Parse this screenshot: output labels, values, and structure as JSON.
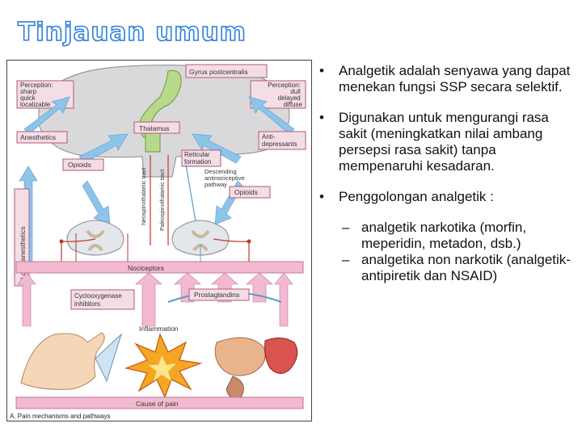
{
  "slide": {
    "title": "Tinjauan umum",
    "bullets": [
      {
        "text": "Analgetik adalah senyawa yang dapat menekan fungsi SSP secara selektif."
      },
      {
        "text": "Digunakan untuk mengurangi rasa sakit (meningkatkan nilai ambang persepsi rasa sakit) tanpa mempenaruhi kesadaran."
      },
      {
        "text": "Penggolongan analgetik :",
        "subitems": [
          "analgetik narkotika (morfin, meperidin, metadon, dsb.)",
          "analgetika non narkotik (analgetik-antipiretik dan NSAID)"
        ]
      }
    ],
    "bullet_symbol": "•",
    "sub_symbol": "–"
  },
  "figure": {
    "gyrus": "Gyrus postcentralis",
    "perception_left": [
      "Perception:",
      "sharp",
      "quick",
      "localizable"
    ],
    "perception_right": [
      "Perception:",
      "dull",
      "delayed",
      "diffuse"
    ],
    "thalamus": "Thalamus",
    "anesthetics": "Anesthetics",
    "antidepressants": [
      "Anti-",
      "depressants"
    ],
    "opioids_left": "Opioids",
    "opioids_right": "Opioids",
    "reticular": [
      "Reticular",
      "formation"
    ],
    "descending": [
      "Descending",
      "antinociceptive",
      "pathway"
    ],
    "local_anesthetics": "Local anesthetics",
    "neospinothalamic": "Neospinothalamic tract",
    "paleospinothalamic": "Paleospinothalamic tract",
    "nociceptors": "Nociceptors",
    "cox_inhibitors": [
      "Cyclooxygenase",
      "inhibitors"
    ],
    "prostaglandins": "Prostaglandins",
    "inflammation": "Inflammation",
    "cause_of_pain": "Cause of pain",
    "caption": "A. Pain mechanisms and pathways",
    "colors": {
      "brain": "#d9d9dc",
      "tract": "#b8d98c",
      "label_box": "#f4dde6",
      "label_border": "#b05a7a",
      "blue_arrow": "#8dc4ea",
      "pink_band": "#f2b9d0",
      "nerve_line": "#c0392b",
      "spinal": "#e3e7ec"
    }
  }
}
